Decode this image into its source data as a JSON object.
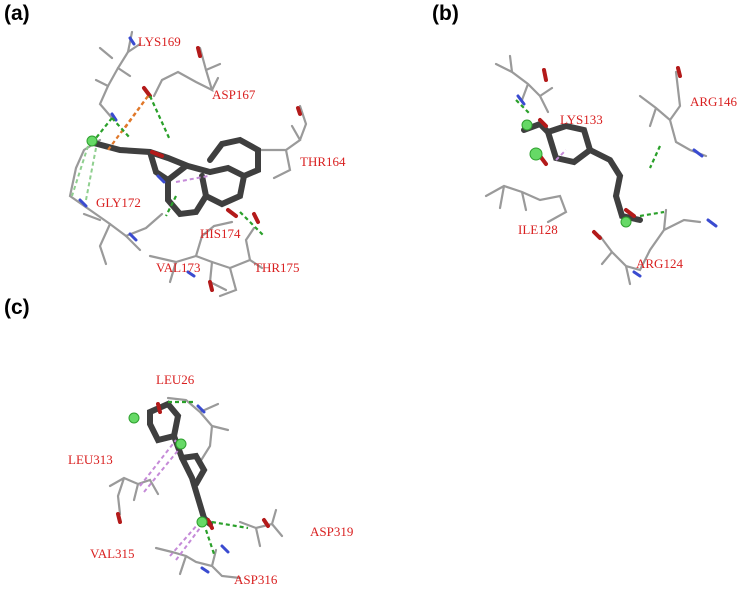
{
  "panels": [
    {
      "label": "(a)",
      "residues": [
        "LYS169",
        "ASP167",
        "THR164",
        "GLY172",
        "HIS174",
        "VAL173",
        "THR175"
      ]
    },
    {
      "label": "(b)",
      "residues": [
        "LYS133",
        "ARG146",
        "ILE128",
        "ARG124"
      ]
    },
    {
      "label": "(c)",
      "residues": [
        "LEU26",
        "LEU313",
        "ASP319",
        "VAL315",
        "ASP316"
      ]
    }
  ],
  "colors": {
    "residue_label": "#d91f1f",
    "hydrogen_bond": "#2aa02a",
    "salt_bridge": "#e0782a",
    "pi_interaction": "#c58ad8",
    "carbon": "#6e6e6e",
    "oxygen": "#b31a1a",
    "nitrogen": "#3a4bd0",
    "halogen": "#66d966"
  }
}
